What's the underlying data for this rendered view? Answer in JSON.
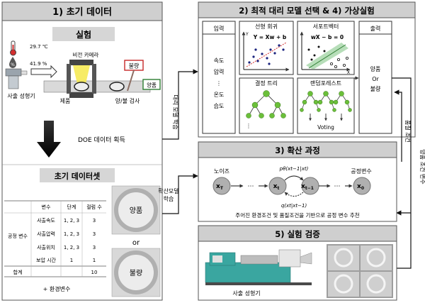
{
  "panel1": {
    "title": "1) 초기 데이터",
    "experiment_label": "실험",
    "temperature": "29.7 ℃",
    "humidity": "41.9 %",
    "vision_camera": "비전 카메라",
    "machine_label": "사출 성형기",
    "product_label": "제품",
    "defect_tag": "불량",
    "good_tag": "양품",
    "inspection_label": "양/불 검사",
    "doe_label": "DOE 데이터 획득",
    "dataset_label": "초기 데이터셋",
    "table": {
      "headers": [
        "변수",
        "단계",
        "컬럼 수"
      ],
      "group_label": "공정 변수",
      "rows": [
        [
          "사출속도",
          "1, 2, 3",
          "3"
        ],
        [
          "사출압력",
          "1, 2, 3",
          "3"
        ],
        [
          "사출위치",
          "1, 2, 3",
          "3"
        ],
        [
          "보압 시간",
          "1",
          "1"
        ]
      ],
      "total_label": "합계",
      "total_value": "10"
    },
    "env_label": "+ 환경변수",
    "sample_good": "양품",
    "sample_or": "or",
    "sample_bad": "불량"
  },
  "panel2": {
    "title": "2) 최적 대리 모델 선택 & 4) 가상실험",
    "input_header": "입력",
    "inputs": [
      "속도",
      "압력",
      "⋮",
      "온도",
      "습도"
    ],
    "linear_title": "선형 회귀",
    "linear_eq": "Y = Xw + b",
    "svm_title": "서포트벡터",
    "svm_eq": "wX − b = 0",
    "tree_title": "결정 트리",
    "forest_title": "랜덤포레스트",
    "voting_label": "Voting",
    "output_header": "출력",
    "output_good": "양품",
    "output_or": "Or",
    "output_bad": "불량",
    "axis_x": "X",
    "axis_y": "Y"
  },
  "panel3": {
    "title": "3) 확산 과정",
    "noise_label": "노이즈",
    "param_label": "공정변수",
    "xT": "x",
    "xT_sub": "T",
    "xt": "x",
    "xt_sub": "t",
    "xt1": "x",
    "xt1_sub": "t−1",
    "x0": "x",
    "x0_sub": "0",
    "p_label": "pθ(xt−1|xt)",
    "q_label": "q(xt|xt−1)",
    "dots": "⋯",
    "caption": "주어진 환경조건 및 품질조건을 기반으로 공정 변수 추천"
  },
  "panel5": {
    "title": "5) 실험 검증",
    "machine_label": "사출 성형기"
  },
  "links": {
    "surrogate_learning": "대리 모델 학습",
    "diffusion_learning_1": "확산모델",
    "diffusion_learning_2": "학습",
    "quality_condition": "품질 조건",
    "good_condition_var": "양품 조건 변수"
  },
  "colors": {
    "header_bg": "#cfcfcf",
    "panel_border": "#555555",
    "good_tag": "#2e7d32",
    "defect_tag": "#c62828",
    "tree_node": "#6bbf3a",
    "machine_teal": "#3aa6a0"
  }
}
